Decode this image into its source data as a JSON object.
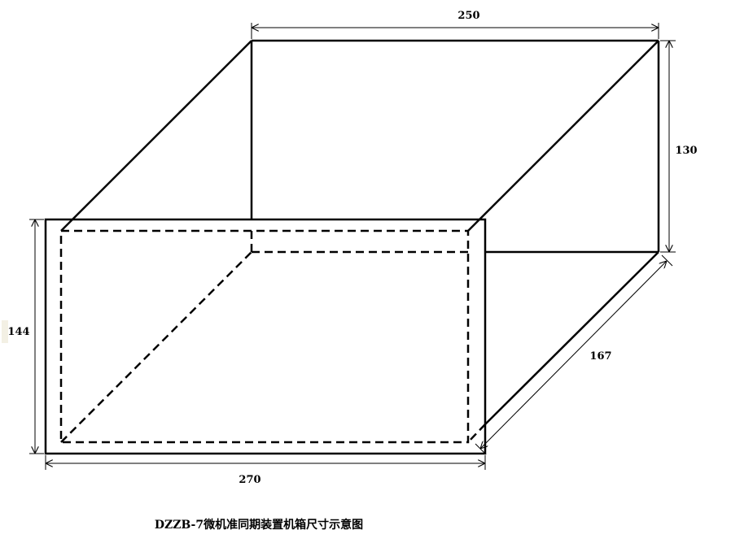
{
  "dimensions": {
    "width_back": "250",
    "height_back": "130",
    "height_front": "144",
    "width_front": "270",
    "depth": "167"
  },
  "caption": "DZZB-7微机准同期装置机箱尺寸示意图"
}
